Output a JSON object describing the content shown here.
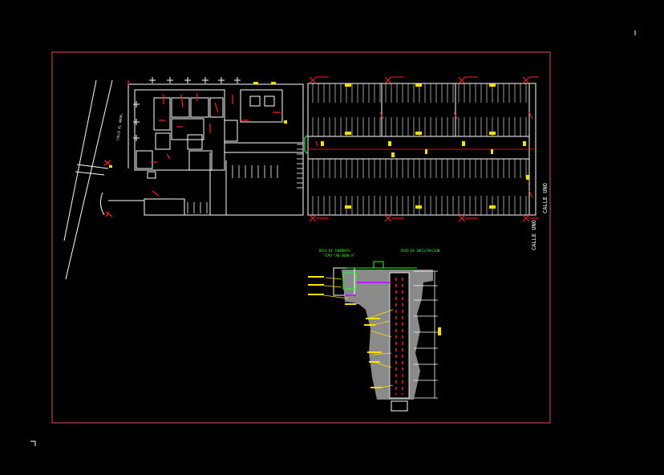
{
  "drawing": {
    "street_label_1": "CALLE UNO",
    "street_label_2": "CALLE UNO",
    "street_label_3": "CALLE EL ANGEL",
    "detail_labels": {
      "left_box_title": "BOCA DE TORMENTA",
      "left_box_sub": "TIPO “AB-3000-A”",
      "right_box_title": "POZO DE INFILTRACION"
    },
    "colors": {
      "background": "#000000",
      "frame": "#e05050",
      "lines": "#ffffff",
      "accent_red": "#ff2020",
      "accent_yellow": "#ffe000",
      "accent_green": "#20ff20",
      "accent_magenta": "#c020ff",
      "fill_gray": "#8a8a8a"
    }
  }
}
